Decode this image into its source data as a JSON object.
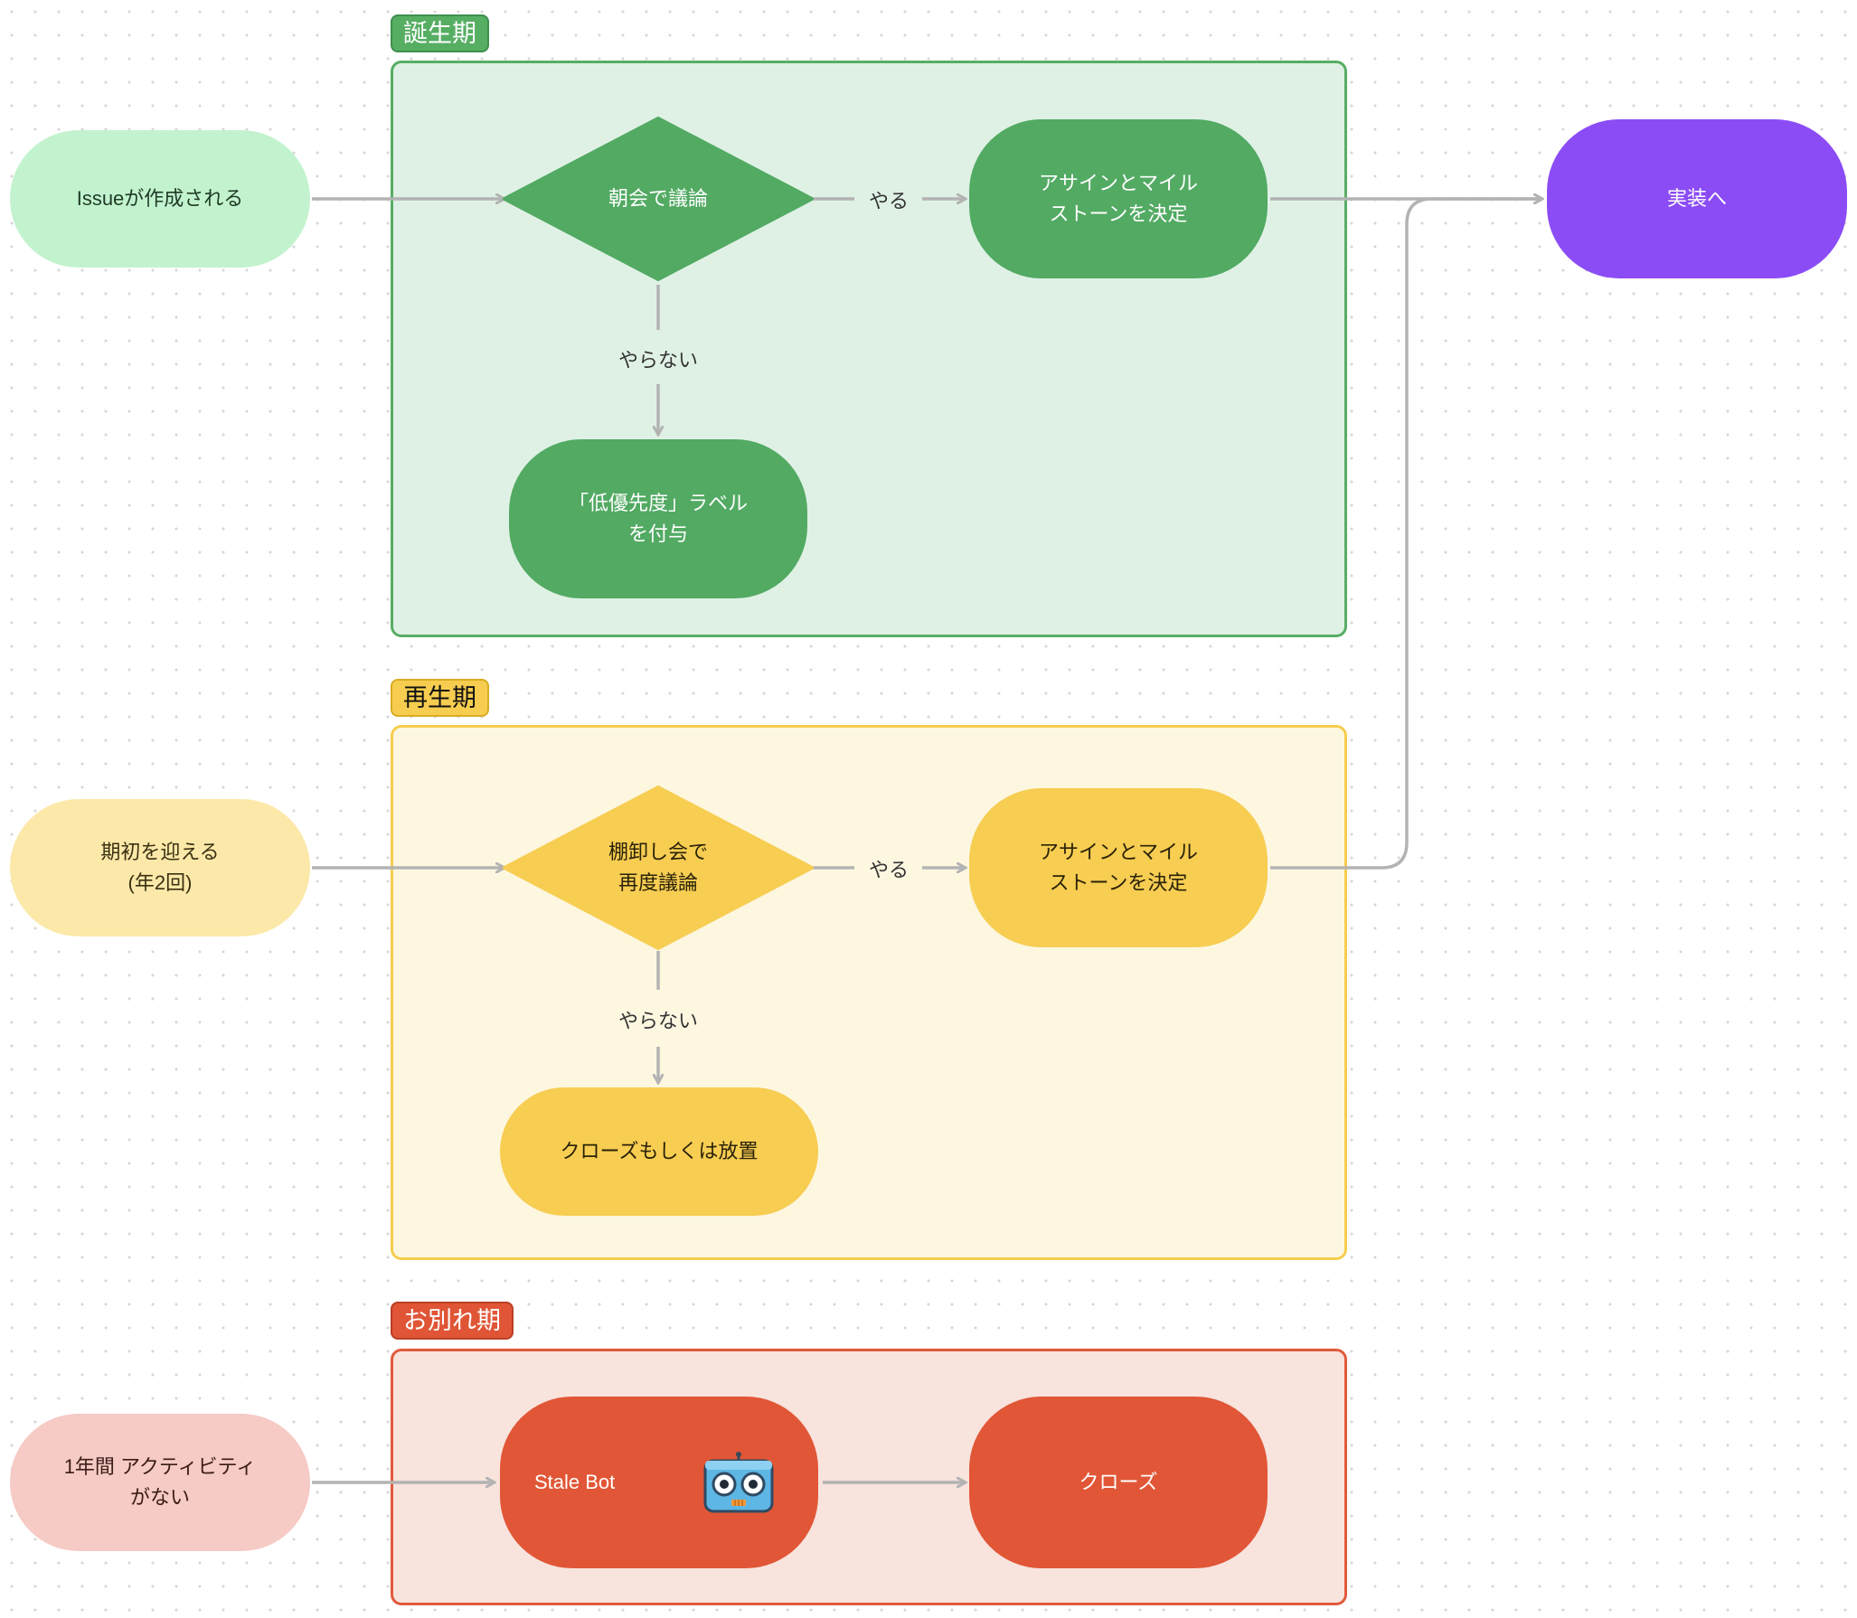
{
  "colors": {
    "green_dark": "#52aa63",
    "green_light": "#c2f3ce",
    "yellow_dark": "#f7cd52",
    "yellow_light": "#fce9a9",
    "red_dark": "#e15636",
    "red_light": "#f6cac5",
    "purple": "#8b4cf5",
    "wire": "#b3b3b3"
  },
  "sections": {
    "birth": {
      "label": "誕生期"
    },
    "rebirth": {
      "label": "再生期"
    },
    "farewell": {
      "label": "お別れ期"
    }
  },
  "nodes": {
    "issue_created": "Issueが作成される",
    "morning_meeting": "朝会で議論",
    "assign_milestone_1": "アサインとマイル\nストーンを決定",
    "low_priority_label": "「低優先度」ラベル\nを付与",
    "implementation": "実装へ",
    "term_start": "期初を迎える\n(年2回)",
    "inventory_meeting": "棚卸し会で\n再度議論",
    "assign_milestone_2": "アサインとマイル\nストーンを決定",
    "close_or_leave": "クローズもしくは放置",
    "no_activity": "1年間 アクティビティ\nがない",
    "stale_bot": "Stale Bot",
    "close": "クローズ"
  },
  "edge_labels": {
    "birth_yes": "やる",
    "birth_no": "やらない",
    "rebirth_yes": "やる",
    "rebirth_no": "やらない"
  },
  "icons": {
    "stale_bot": "robot-icon"
  }
}
